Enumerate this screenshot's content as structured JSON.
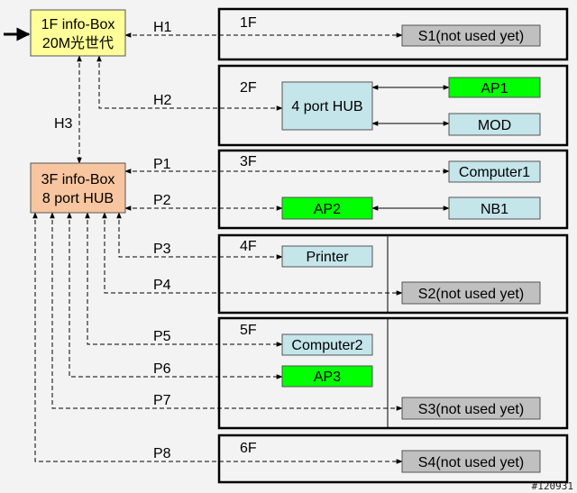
{
  "colors": {
    "background": "#f3f3f3",
    "infobox_1f": "#ffff99",
    "infobox_3f": "#f7c59f",
    "device_blue": "#c4e5ea",
    "device_green": "#00ff00",
    "device_gray": "#c0c0c0",
    "floor_border": "#000000"
  },
  "nodes": {
    "info1_line1": "1F info-Box",
    "info1_line2": "20M光世代",
    "info3_line1": "3F info-Box",
    "info3_line2": "8 port HUB",
    "hub4": "4 port HUB",
    "ap1": "AP1",
    "mod": "MOD",
    "computer1": "Computer1",
    "ap2": "AP2",
    "nb1": "NB1",
    "printer": "Printer",
    "computer2": "Computer2",
    "ap3": "AP3",
    "s1": "S1(not used yet)",
    "s2": "S2(not used yet)",
    "s3": "S3(not used yet)",
    "s4": "S4(not used yet)"
  },
  "floors": {
    "f1": "1F",
    "f2": "2F",
    "f3": "3F",
    "f4": "4F",
    "f5": "5F",
    "f6": "6F"
  },
  "links": {
    "h1": "H1",
    "h2": "H2",
    "h3": "H3",
    "p1": "P1",
    "p2": "P2",
    "p3": "P3",
    "p4": "P4",
    "p5": "P5",
    "p6": "P6",
    "p7": "P7",
    "p8": "P8"
  },
  "watermark": "#120931"
}
